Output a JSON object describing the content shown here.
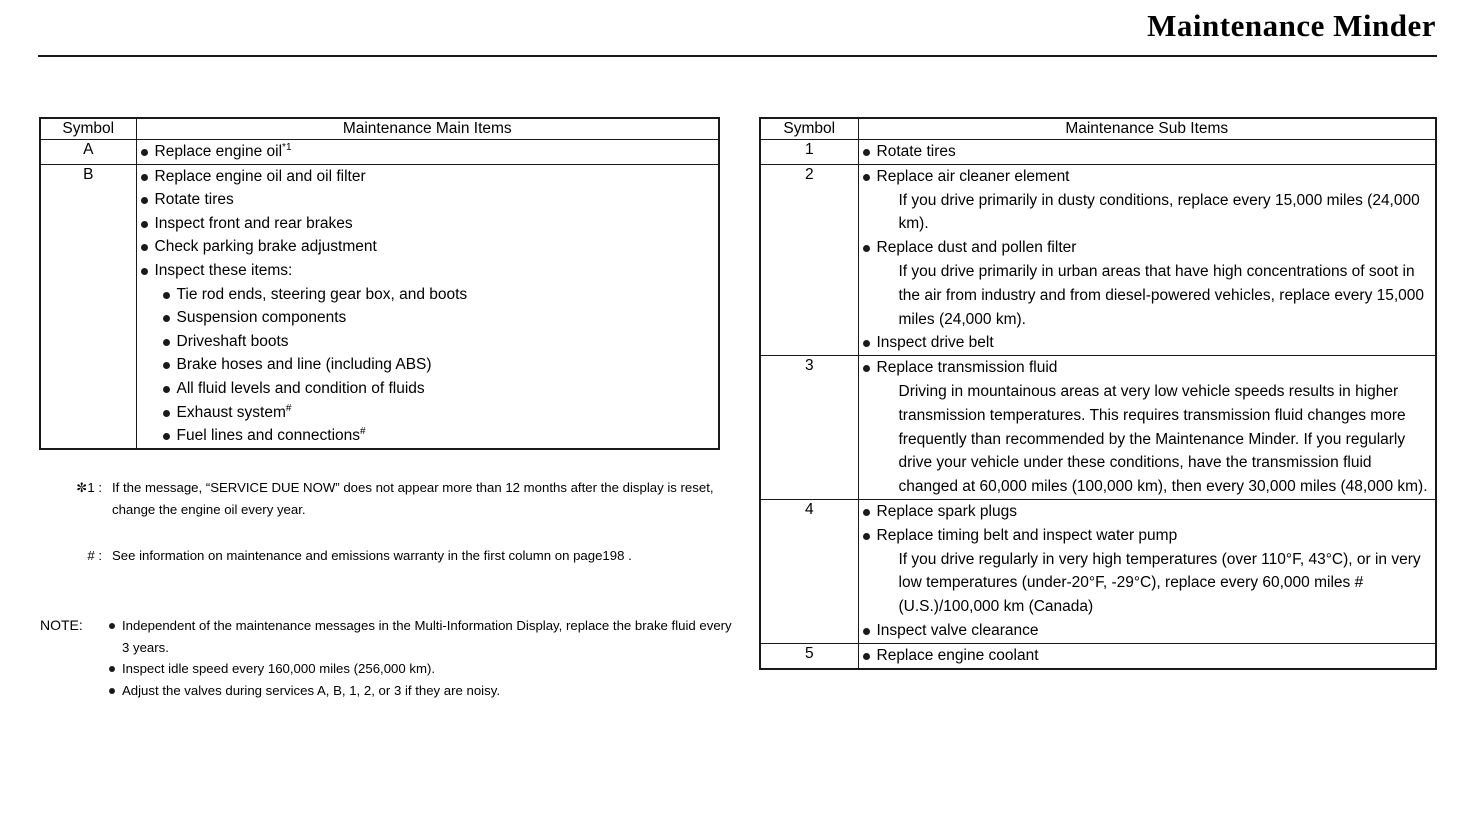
{
  "header": {
    "title": "Maintenance Minder"
  },
  "main_table": {
    "columns": [
      "Symbol",
      "Maintenance Main Items"
    ],
    "rows": [
      {
        "symbol": "A",
        "items": [
          {
            "level": 1,
            "bullet": true,
            "text": "Replace engine oil",
            "sup": "*1"
          }
        ]
      },
      {
        "symbol": "B",
        "items": [
          {
            "level": 1,
            "bullet": true,
            "text": "Replace engine oil and oil filter",
            "sup": ""
          },
          {
            "level": 1,
            "bullet": true,
            "text": "Rotate tires",
            "sup": ""
          },
          {
            "level": 1,
            "bullet": true,
            "text": "Inspect front and rear brakes",
            "sup": ""
          },
          {
            "level": 1,
            "bullet": true,
            "text": "Check parking brake adjustment",
            "sup": ""
          },
          {
            "level": 1,
            "bullet": true,
            "text": "Inspect these items:",
            "sup": ""
          },
          {
            "level": 2,
            "bullet": true,
            "text": "Tie rod ends, steering gear box, and boots",
            "sup": ""
          },
          {
            "level": 2,
            "bullet": true,
            "text": "Suspension components",
            "sup": ""
          },
          {
            "level": 2,
            "bullet": true,
            "text": "Driveshaft boots",
            "sup": ""
          },
          {
            "level": 2,
            "bullet": true,
            "text": "Brake hoses and line (including ABS)",
            "sup": ""
          },
          {
            "level": 2,
            "bullet": true,
            "text": "All fluid levels and condition of fluids",
            "sup": ""
          },
          {
            "level": 2,
            "bullet": true,
            "text": "Exhaust system",
            "sup": "#"
          },
          {
            "level": 2,
            "bullet": true,
            "text": "Fuel lines and connections",
            "sup": "#"
          }
        ]
      }
    ]
  },
  "sub_table": {
    "columns": [
      "Symbol",
      "Maintenance Sub Items"
    ],
    "rows": [
      {
        "symbol": "1",
        "items": [
          {
            "level": 1,
            "bullet": true,
            "text": "Rotate tires",
            "sup": ""
          }
        ]
      },
      {
        "symbol": "2",
        "items": [
          {
            "level": 1,
            "bullet": true,
            "text": "Replace air cleaner element",
            "sup": ""
          },
          {
            "level": 0,
            "bullet": false,
            "text": "If you drive primarily in dusty conditions, replace every 15,000 miles (24,000 km).",
            "sup": ""
          },
          {
            "level": 1,
            "bullet": true,
            "text": "Replace dust and pollen filter",
            "sup": ""
          },
          {
            "level": 0,
            "bullet": false,
            "text": "If you drive primarily in urban areas that have high concentrations of soot in the air from industry and from diesel-powered vehicles, replace every 15,000 miles (24,000 km).",
            "sup": ""
          },
          {
            "level": 1,
            "bullet": true,
            "text": "Inspect drive belt",
            "sup": ""
          }
        ]
      },
      {
        "symbol": "3",
        "items": [
          {
            "level": 1,
            "bullet": true,
            "text": "Replace transmission fluid",
            "sup": ""
          },
          {
            "level": 0,
            "bullet": false,
            "text": "Driving in mountainous areas at very low vehicle speeds results in higher transmission temperatures. This requires transmission fluid changes more frequently than recommended by the Maintenance Minder. If you regularly drive your vehicle under these conditions, have the transmission fluid changed at 60,000 miles (100,000 km), then every 30,000 miles (48,000 km).",
            "sup": ""
          }
        ]
      },
      {
        "symbol": "4",
        "items": [
          {
            "level": 1,
            "bullet": true,
            "text": "Replace spark plugs",
            "sup": ""
          },
          {
            "level": 1,
            "bullet": true,
            "text": "Replace timing belt and inspect water pump",
            "sup": ""
          },
          {
            "level": 0,
            "bullet": false,
            "text": "If you drive regularly in very high temperatures (over 110°F, 43°C), or in very low temperatures (under-20°F, -29°C), replace every 60,000 miles # (U.S.)/100,000 km (Canada)",
            "sup": ""
          },
          {
            "level": 1,
            "bullet": true,
            "text": "Inspect valve clearance",
            "sup": ""
          }
        ]
      },
      {
        "symbol": "5",
        "items": [
          {
            "level": 1,
            "bullet": true,
            "text": "Replace engine coolant",
            "sup": ""
          }
        ]
      }
    ]
  },
  "footnotes": [
    {
      "key": "✼1 :",
      "text": "If the message, “SERVICE DUE NOW” does not appear more than 12 months after the display is reset, change the engine oil every year."
    },
    {
      "key": "# :",
      "text": "See information on maintenance and emissions warranty in the first column on page198 ."
    }
  ],
  "note": {
    "label": "NOTE:",
    "items": [
      "Independent of the maintenance messages in the Multi-Information Display, replace the brake fluid every 3 years.",
      "Inspect idle speed every 160,000 miles (256,000 km).",
      "Adjust the valves during services A, B, 1, 2, or 3 if they are noisy."
    ]
  },
  "colors": {
    "ink": "#1a1a1a",
    "paper": "#ffffff"
  }
}
